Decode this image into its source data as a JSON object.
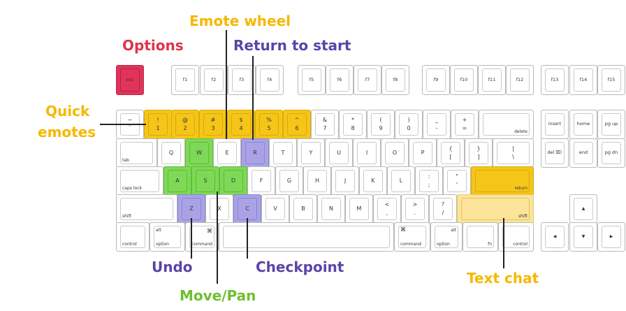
{
  "colors": {
    "yellow": "#f5c518",
    "light_yellow": "#fce59a",
    "green": "#7ed957",
    "purple": "#a9a3e6",
    "red": "#e0345a",
    "label_yellow": "#f5b800",
    "label_green": "#6fbf2e",
    "label_purple": "#5a44a8",
    "label_red": "#e0344a"
  },
  "labels": {
    "emote_wheel": "Emote wheel",
    "options": "Options",
    "return_to_start": "Return to start",
    "quick_emotes_line1": "Quick",
    "quick_emotes_line2": "emotes",
    "undo": "Undo",
    "checkpoint": "Checkpoint",
    "move_pan": "Move/Pan",
    "text_chat": "Text chat"
  },
  "keys": {
    "esc": "esc",
    "f1": "f1",
    "f2": "f2",
    "f3": "f3",
    "f4": "f4",
    "f5": "f5",
    "f6": "f6",
    "f7": "f7",
    "f8": "f8",
    "f9": "f9",
    "f10": "f10",
    "f11": "f11",
    "f12": "f12",
    "f13": "f13",
    "f14": "f14",
    "f15": "f15",
    "tilde_top": "~",
    "tilde_bot": "`",
    "k1_top": "!",
    "k1_bot": "1",
    "k2_top": "@",
    "k2_bot": "2",
    "k3_top": "#",
    "k3_bot": "3",
    "k4_top": "$",
    "k4_bot": "4",
    "k5_top": "%",
    "k5_bot": "5",
    "k6_top": "^",
    "k6_bot": "6",
    "k7_top": "&",
    "k7_bot": "7",
    "k8_top": "*",
    "k8_bot": "8",
    "k9_top": "(",
    "k9_bot": "9",
    "k0_top": ")",
    "k0_bot": "0",
    "minus_top": "_",
    "minus_bot": "-",
    "equal_top": "+",
    "equal_bot": "=",
    "delete": "delete",
    "insert": "insert",
    "home": "home",
    "pgup": "pg up",
    "tab": "tab",
    "q": "Q",
    "w": "W",
    "e": "E",
    "r": "R",
    "t": "T",
    "y": "Y",
    "u": "U",
    "i": "I",
    "o": "O",
    "p": "P",
    "lbracket_top": "{",
    "lbracket_bot": "[",
    "rbracket_top": "}",
    "rbracket_bot": "]",
    "backslash_top": "|",
    "backslash_bot": "\\",
    "del": "del ⌦",
    "end": "end",
    "pgdn": "pg dn",
    "capslock": "caps lock",
    "a": "A",
    "s": "S",
    "d": "D",
    "f": "F",
    "g": "G",
    "h": "H",
    "j": "J",
    "k": "K",
    "l": "L",
    "semicolon_top": ":",
    "semicolon_bot": ";",
    "quote_top": "\"",
    "quote_bot": "'",
    "return": "return",
    "shift": "shift",
    "z": "Z",
    "x": "X",
    "c": "C",
    "v": "V",
    "b": "B",
    "n": "N",
    "m": "M",
    "comma_top": "<",
    "comma_bot": ",",
    "period_top": ">",
    "period_bot": ".",
    "slash_top": "?",
    "slash_bot": "/",
    "rshift": "shift",
    "up": "▲",
    "control": "control",
    "alt_top": "alt",
    "option": "option",
    "cmd_top": "⌘",
    "command": "command",
    "rcmd_top": "⌘",
    "rcommand": "command",
    "ralt_top": "alt",
    "roption": "option",
    "fn": "fn",
    "rcontrol": "control",
    "left": "◀",
    "down": "▼",
    "right": "▶"
  }
}
